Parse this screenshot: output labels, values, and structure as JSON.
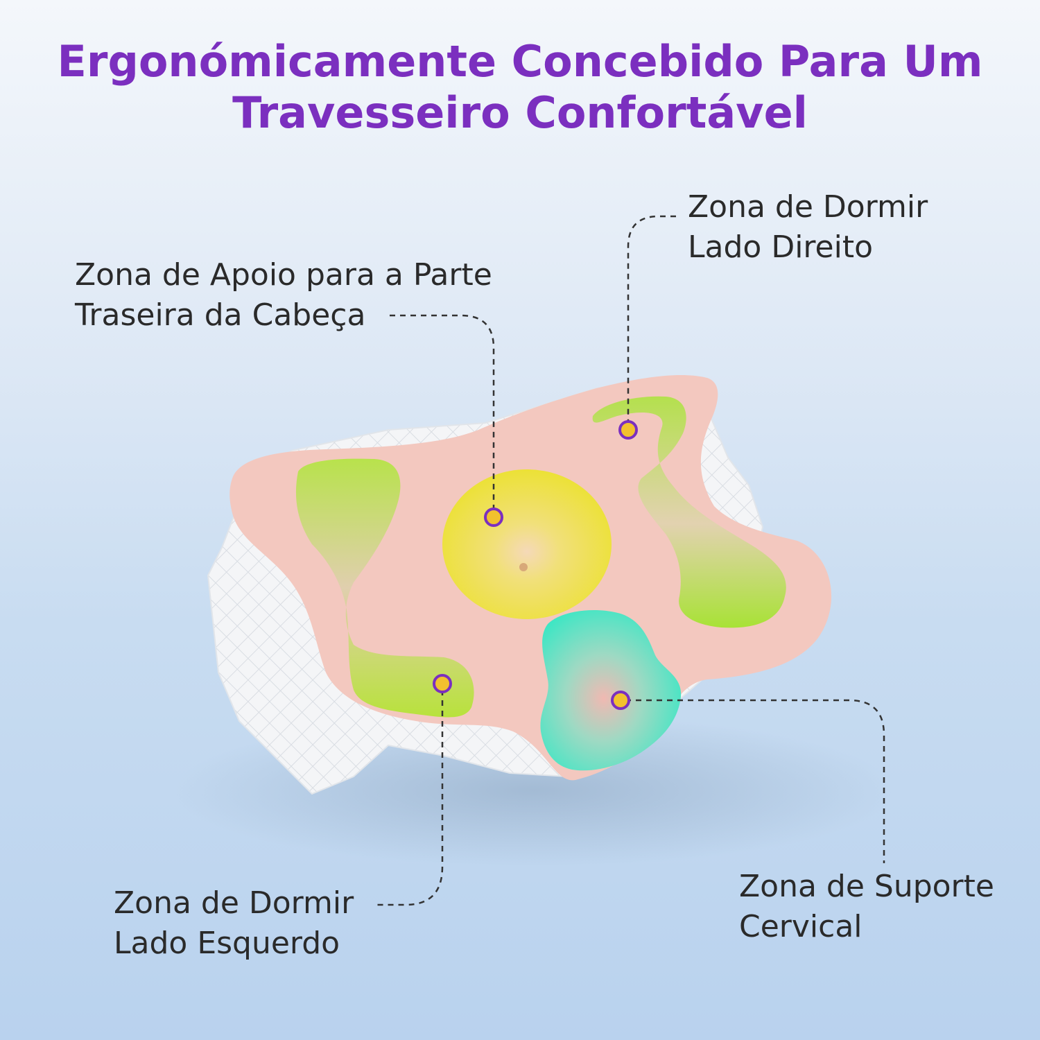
{
  "title": {
    "line1": "Ergonómicamente Concebido Para Um",
    "line2": "Travesseiro Confortável"
  },
  "callouts": {
    "head_back": {
      "line1": "Zona de Apoio para a Parte",
      "line2": "Traseira da Cabeça"
    },
    "right_side": {
      "line1": "Zona de Dormir",
      "line2": "Lado Direito"
    },
    "left_side": {
      "line1": "Zona de Dormir",
      "line2": "Lado Esquerdo"
    },
    "cervical": {
      "line1": "Zona de Suporte",
      "line2": "Cervical"
    }
  },
  "colors": {
    "title": "#7b2fbf",
    "marker_ring": "#7b2fbf",
    "marker_fill": "#f2c12e",
    "pillow_top": "#f3c8bf",
    "side_zone": "#b9e04e",
    "head_zone": "#ede03a",
    "cervical_zone": "#4fe3c0"
  }
}
